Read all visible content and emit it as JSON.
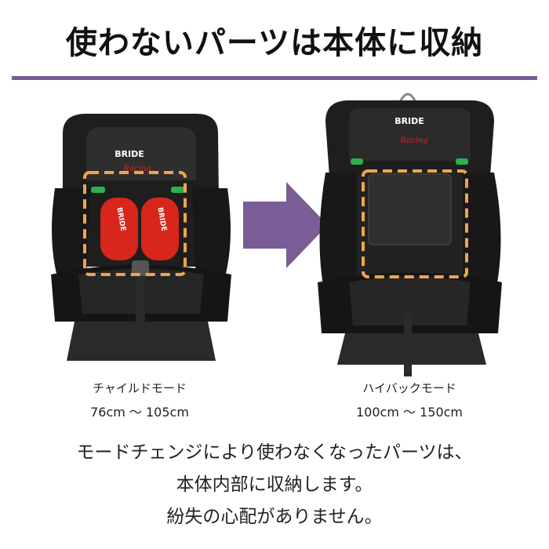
{
  "header": {
    "title": "使わないパーツは本体に収納"
  },
  "left_panel": {
    "mode_label": "チャイルドモード",
    "range": "76cm 〜 105cm",
    "brand_logo": "BRIDE",
    "sub_logo": "Racing",
    "pad_logo": "BRIDE"
  },
  "right_panel": {
    "mode_label": "ハイバックモード",
    "range": "100cm 〜 150cm",
    "brand_logo": "BRIDE",
    "sub_logo": "Racing"
  },
  "body_text": {
    "line1": "モードチェンジにより使わなくなったパーツは、",
    "line2": "本体内部に収納します。",
    "line3": "紛失の心配がありません。"
  },
  "colors": {
    "accent_purple": "#7a5c96",
    "dashed_orange": "#f0a54a",
    "pad_red": "#d8261c",
    "seat_black": "#1e1e1e"
  },
  "icons": {
    "arrow": "right-arrow-icon"
  }
}
